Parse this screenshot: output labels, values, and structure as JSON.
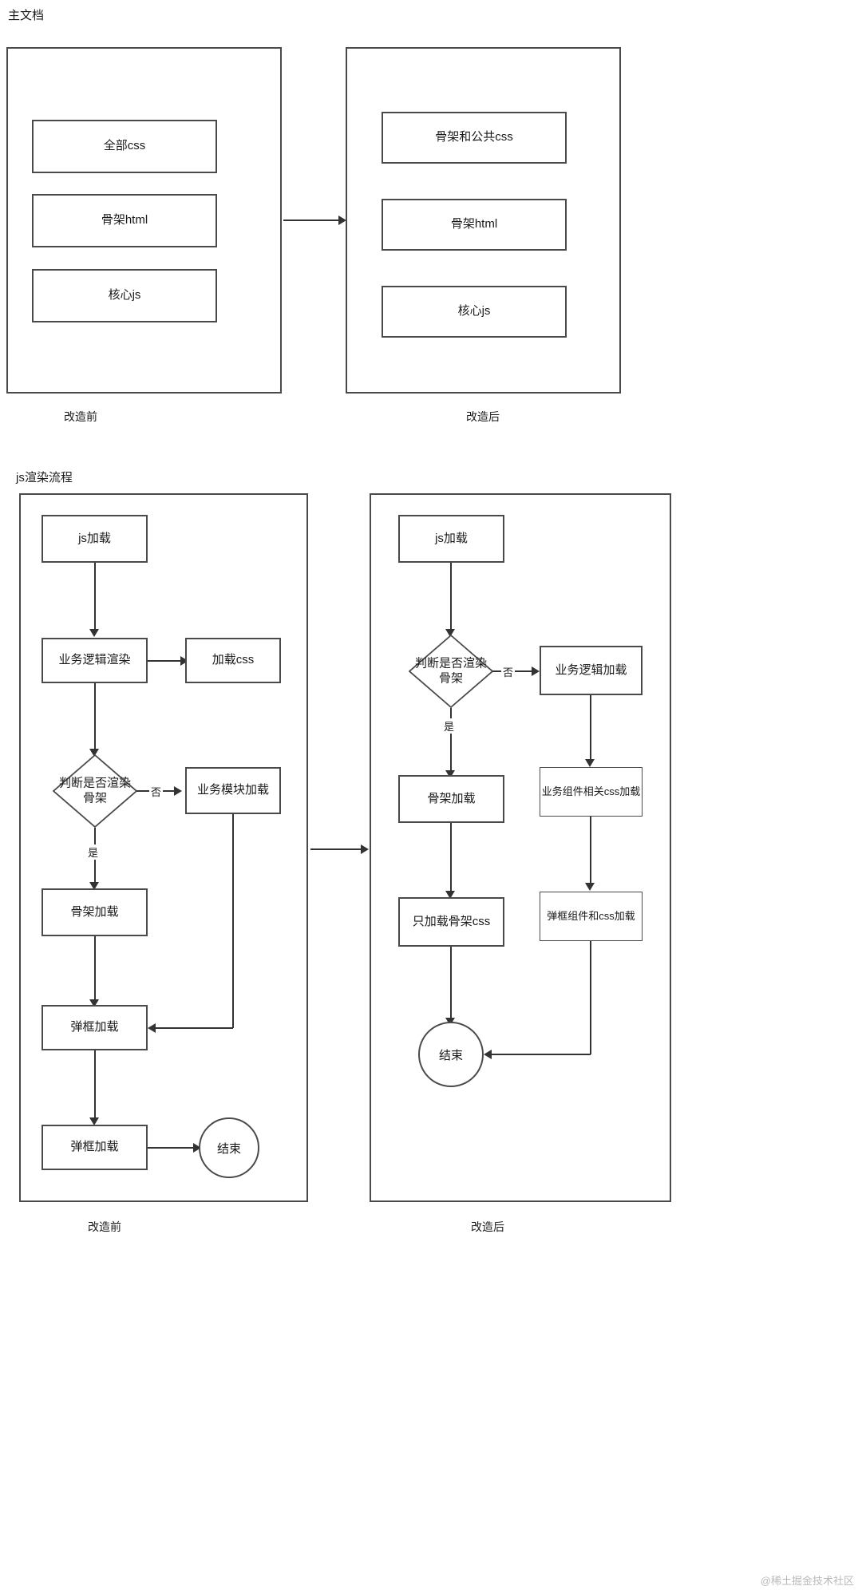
{
  "sections": [
    {
      "title": "主文档",
      "before_caption": "改造前",
      "after_caption": "改造后",
      "before_nodes": [
        "全部css",
        "骨架html",
        "核心js"
      ],
      "after_nodes": [
        "骨架和公共css",
        "骨架html",
        "核心js"
      ]
    },
    {
      "title": "js渲染流程",
      "before_caption": "改造前",
      "after_caption": "改造后"
    }
  ],
  "flow_before": {
    "n_js_load": "js加载",
    "n_biz_render": "业务逻辑渲染",
    "n_load_css": "加载css",
    "n_decide": "判断是否渲染骨架",
    "n_decide_line1": "判断是否渲染",
    "n_decide_line2": "骨架",
    "n_module_load": "业务模块加载",
    "n_skeleton_load": "骨架加载",
    "n_modal_load_1": "弹框加载",
    "n_modal_load_2": "弹框加载",
    "n_end": "结束",
    "label_no": "否",
    "label_yes": "是"
  },
  "flow_after": {
    "n_js_load": "js加载",
    "n_decide_line1": "判断是否渲染",
    "n_decide_line2": "骨架",
    "n_biz_load": "业务逻辑加载",
    "n_skeleton_load": "骨架加载",
    "n_comp_css": "业务组件相关css加载",
    "n_only_skeleton_css": "只加载骨架css",
    "n_modal_css": "弹框组件和css加载",
    "n_end": "结束",
    "label_no": "否",
    "label_yes": "是"
  },
  "watermark": "@稀土掘金技术社区",
  "colors": {
    "stroke": "#4a4a4a",
    "line": "#333333",
    "text": "#1a1a1a",
    "background": "#ffffff",
    "watermark": "#b9b9b9"
  }
}
